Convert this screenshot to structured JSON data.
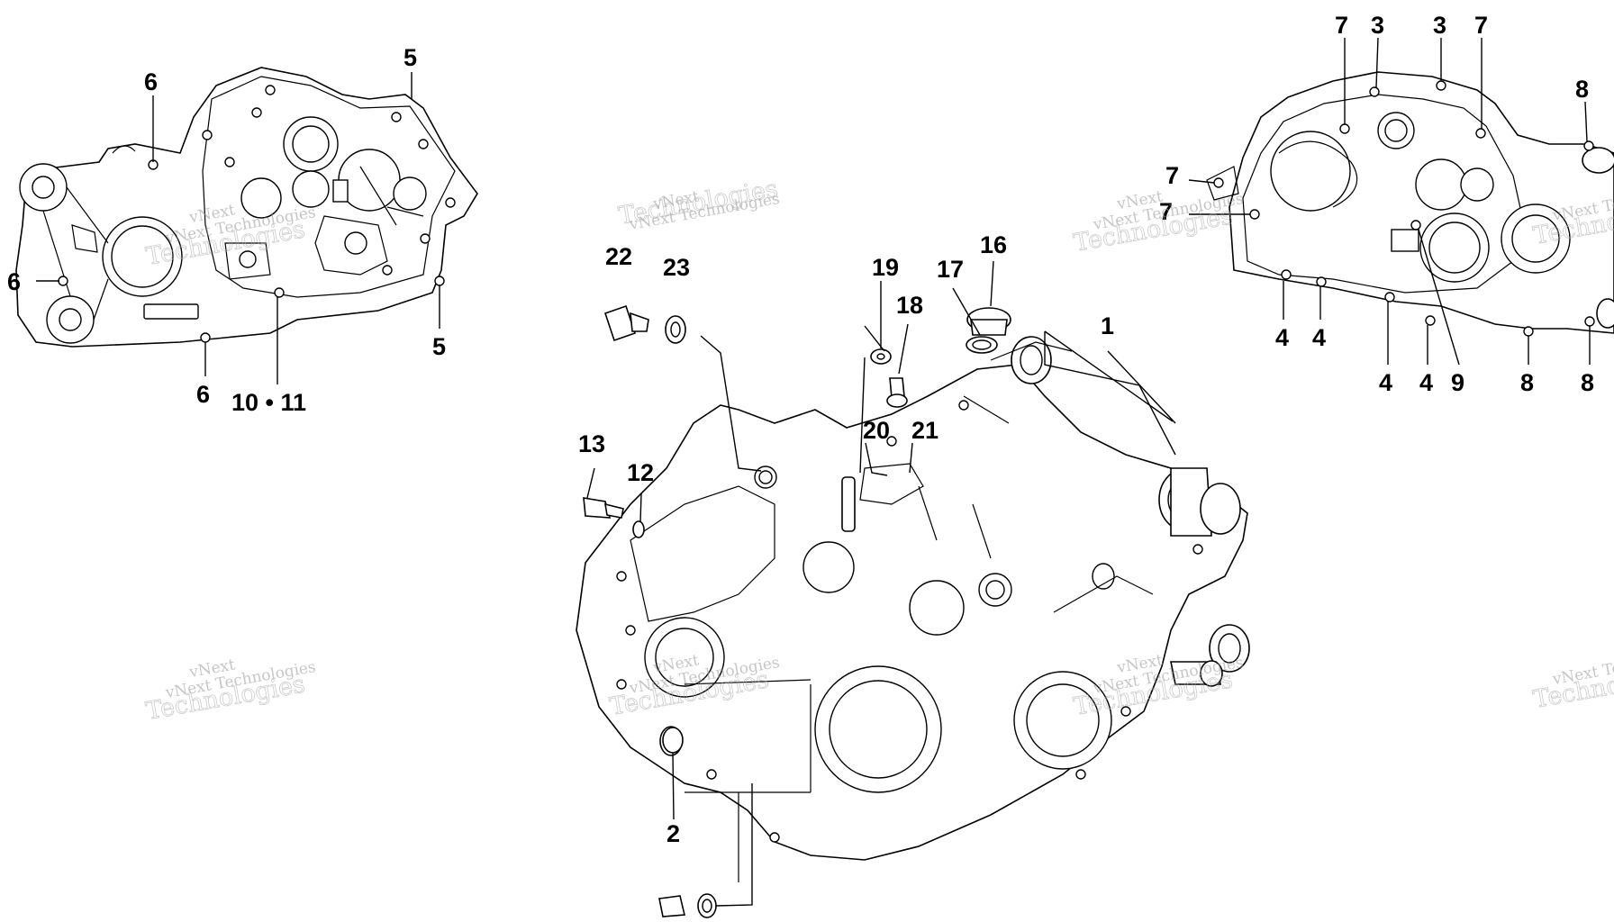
{
  "callouts": {
    "left": [
      {
        "id": "c-l6a",
        "label": "6"
      },
      {
        "id": "c-l6b",
        "label": "6"
      },
      {
        "id": "c-l6c",
        "label": "6"
      },
      {
        "id": "c-l5a",
        "label": "5"
      },
      {
        "id": "c-l5b",
        "label": "5"
      },
      {
        "id": "c-l1011",
        "label": "10 • 11"
      }
    ],
    "center": [
      {
        "id": "c-22",
        "label": "22"
      },
      {
        "id": "c-23",
        "label": "23"
      },
      {
        "id": "c-19",
        "label": "19"
      },
      {
        "id": "c-18",
        "label": "18"
      },
      {
        "id": "c-17",
        "label": "17"
      },
      {
        "id": "c-16",
        "label": "16"
      },
      {
        "id": "c-1",
        "label": "1"
      },
      {
        "id": "c-13",
        "label": "13"
      },
      {
        "id": "c-12",
        "label": "12"
      },
      {
        "id": "c-20",
        "label": "20"
      },
      {
        "id": "c-21",
        "label": "21"
      },
      {
        "id": "c-2",
        "label": "2"
      }
    ],
    "right": [
      {
        "id": "c-r7a",
        "label": "7"
      },
      {
        "id": "c-r3a",
        "label": "3"
      },
      {
        "id": "c-r3b",
        "label": "3"
      },
      {
        "id": "c-r7b",
        "label": "7"
      },
      {
        "id": "c-r8a",
        "label": "8"
      },
      {
        "id": "c-r7c",
        "label": "7"
      },
      {
        "id": "c-r7d",
        "label": "7"
      },
      {
        "id": "c-r4a",
        "label": "4"
      },
      {
        "id": "c-r4b",
        "label": "4"
      },
      {
        "id": "c-r4c",
        "label": "4"
      },
      {
        "id": "c-r4d",
        "label": "4"
      },
      {
        "id": "c-r9",
        "label": "9"
      },
      {
        "id": "c-r8b",
        "label": "8"
      },
      {
        "id": "c-r8c",
        "label": "8"
      }
    ]
  },
  "watermark": {
    "top": "vNext",
    "brand": "vNext Technologies",
    "big": "Technologies"
  }
}
